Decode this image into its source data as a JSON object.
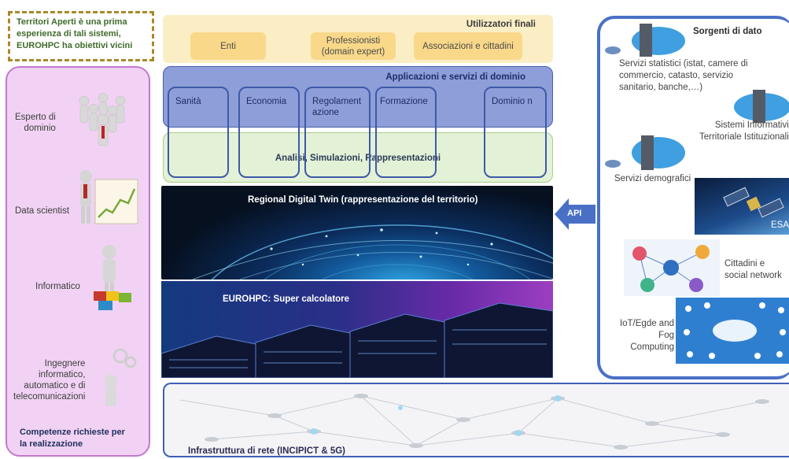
{
  "note": {
    "lines": [
      "Territori Aperti è una prima",
      "esperienza di tali sistemi,",
      "EUROHPC ha obiettivi vicini"
    ]
  },
  "competenze": {
    "roles": {
      "esperto": [
        "Esperto di",
        "dominio"
      ],
      "data_scientist": "Data scientist",
      "informatico": "Informatico",
      "ingegnere": [
        "Ingegnere",
        "informatico,",
        "automatico e di",
        "telecomunicazioni"
      ]
    },
    "title": [
      "Competenze richieste per",
      "la realizzazione"
    ]
  },
  "users": {
    "title": "Utilizzatori finali",
    "enti": "Enti",
    "professionisti": [
      "Professionisti",
      "(domain expert)"
    ],
    "associazioni": "Associazioni e cittadini"
  },
  "apps": {
    "title": "Applicazioni e servizi di dominio",
    "sanita": "Sanità",
    "economia": "Economia",
    "regolamentazione": [
      "Regolament",
      "azione"
    ],
    "formazione": "Formazione",
    "dominio_n": "Dominio n"
  },
  "analisi": {
    "title": "Analisi, Simulazioni, Rappresentazioni"
  },
  "twin": {
    "title": "Regional Digital Twin (rappresentazione del territorio)"
  },
  "hpc": {
    "title": "EUROHPC: Super calcolatore"
  },
  "infra": {
    "title": "Infrastruttura di rete (INCIPICT & 5G)"
  },
  "api": {
    "label": "API"
  },
  "sorgenti": {
    "title": "Sorgenti di dato",
    "statistici": [
      "Servizi statistici (istat, camere di",
      "commercio, catasto, servizio",
      "sanitario, banche,…)"
    ],
    "territoriali": [
      "Sistemi Informativi",
      "Territoriale Istituzionali"
    ],
    "demografici": "Servizi demografici",
    "esa": "ESA",
    "social": [
      "Cittadini e",
      "social network"
    ],
    "iot": [
      "IoT/Egde and",
      "Fog",
      "Computing"
    ]
  },
  "colors": {
    "accent_blue": "#4a70c6",
    "purple_panel": "#f1d2f4",
    "users_bg": "#fbeec5",
    "apps_bg": "#8e9ed8",
    "analisi_bg": "#e3f1d6"
  }
}
